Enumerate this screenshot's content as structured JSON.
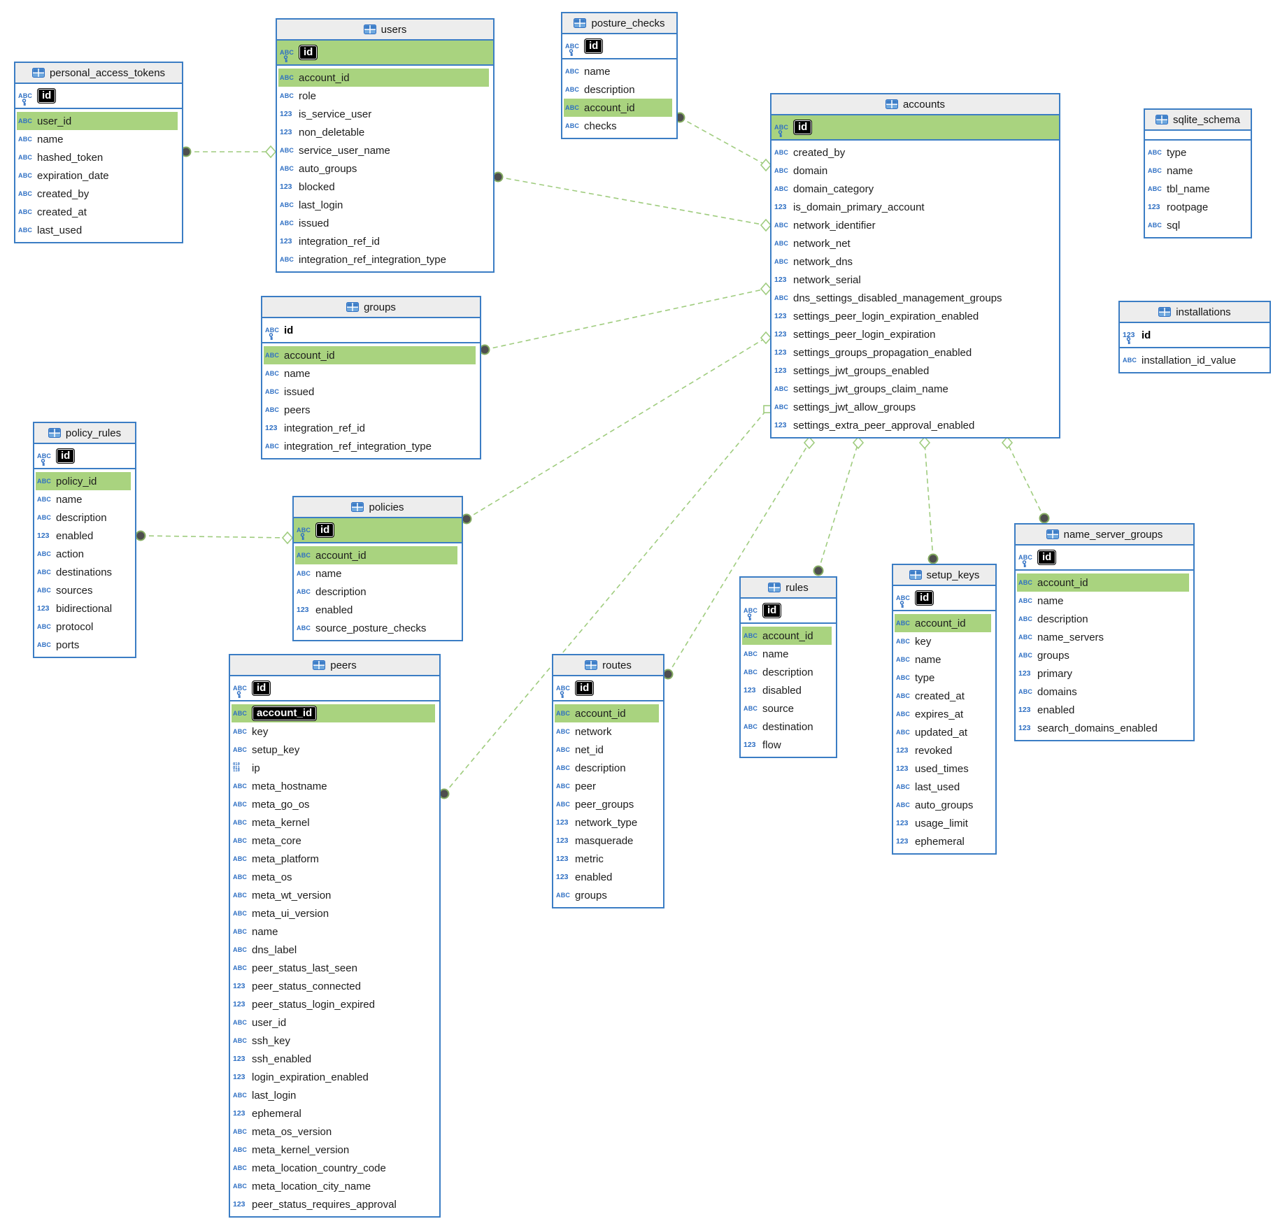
{
  "diagram": {
    "tables": [
      {
        "name": "personal_access_tokens",
        "pk": {
          "label": "id",
          "chip": true,
          "type": "text",
          "green": false
        },
        "fields": [
          {
            "label": "user_id",
            "type": "text",
            "green": true
          },
          {
            "label": "name",
            "type": "text"
          },
          {
            "label": "hashed_token",
            "type": "text"
          },
          {
            "label": "expiration_date",
            "type": "text"
          },
          {
            "label": "created_by",
            "type": "text"
          },
          {
            "label": "created_at",
            "type": "text"
          },
          {
            "label": "last_used",
            "type": "text"
          }
        ]
      },
      {
        "name": "users",
        "pk": {
          "label": "id",
          "chip": true,
          "type": "text",
          "green": true
        },
        "fields": [
          {
            "label": "account_id",
            "type": "text",
            "green": true
          },
          {
            "label": "role",
            "type": "text"
          },
          {
            "label": "is_service_user",
            "type": "numeric"
          },
          {
            "label": "non_deletable",
            "type": "numeric"
          },
          {
            "label": "service_user_name",
            "type": "text"
          },
          {
            "label": "auto_groups",
            "type": "text"
          },
          {
            "label": "blocked",
            "type": "numeric"
          },
          {
            "label": "last_login",
            "type": "text"
          },
          {
            "label": "issued",
            "type": "text"
          },
          {
            "label": "integration_ref_id",
            "type": "numeric"
          },
          {
            "label": "integration_ref_integration_type",
            "type": "text"
          }
        ]
      },
      {
        "name": "posture_checks",
        "pk": {
          "label": "id",
          "chip": true,
          "type": "text",
          "green": false
        },
        "fields": [
          {
            "label": "name",
            "type": "text"
          },
          {
            "label": "description",
            "type": "text"
          },
          {
            "label": "account_id",
            "type": "text",
            "green": true
          },
          {
            "label": "checks",
            "type": "text"
          }
        ]
      },
      {
        "name": "accounts",
        "pk": {
          "label": "id",
          "chip": true,
          "type": "text",
          "green": true
        },
        "fields": [
          {
            "label": "created_by",
            "type": "text"
          },
          {
            "label": "domain",
            "type": "text"
          },
          {
            "label": "domain_category",
            "type": "text"
          },
          {
            "label": "is_domain_primary_account",
            "type": "numeric"
          },
          {
            "label": "network_identifier",
            "type": "text"
          },
          {
            "label": "network_net",
            "type": "text"
          },
          {
            "label": "network_dns",
            "type": "text"
          },
          {
            "label": "network_serial",
            "type": "numeric"
          },
          {
            "label": "dns_settings_disabled_management_groups",
            "type": "text"
          },
          {
            "label": "settings_peer_login_expiration_enabled",
            "type": "numeric"
          },
          {
            "label": "settings_peer_login_expiration",
            "type": "numeric"
          },
          {
            "label": "settings_groups_propagation_enabled",
            "type": "numeric"
          },
          {
            "label": "settings_jwt_groups_enabled",
            "type": "numeric"
          },
          {
            "label": "settings_jwt_groups_claim_name",
            "type": "text"
          },
          {
            "label": "settings_jwt_allow_groups",
            "type": "text"
          },
          {
            "label": "settings_extra_peer_approval_enabled",
            "type": "numeric"
          }
        ]
      },
      {
        "name": "sqlite_schema",
        "pk": null,
        "fields": [
          {
            "label": "type",
            "type": "text"
          },
          {
            "label": "name",
            "type": "text"
          },
          {
            "label": "tbl_name",
            "type": "text"
          },
          {
            "label": "rootpage",
            "type": "numeric"
          },
          {
            "label": "sql",
            "type": "text"
          }
        ]
      },
      {
        "name": "installations",
        "pk": {
          "label": "id",
          "chip": false,
          "type": "numeric",
          "green": false
        },
        "fields": [
          {
            "label": "installation_id_value",
            "type": "text"
          }
        ]
      },
      {
        "name": "groups",
        "pk": {
          "label": "id",
          "chip": false,
          "type": "text",
          "green": false
        },
        "fields": [
          {
            "label": "account_id",
            "type": "text",
            "green": true
          },
          {
            "label": "name",
            "type": "text"
          },
          {
            "label": "issued",
            "type": "text"
          },
          {
            "label": "peers",
            "type": "text"
          },
          {
            "label": "integration_ref_id",
            "type": "numeric"
          },
          {
            "label": "integration_ref_integration_type",
            "type": "text"
          }
        ]
      },
      {
        "name": "policy_rules",
        "pk": {
          "label": "id",
          "chip": true,
          "type": "text",
          "green": false
        },
        "fields": [
          {
            "label": "policy_id",
            "type": "text",
            "green": true
          },
          {
            "label": "name",
            "type": "text"
          },
          {
            "label": "description",
            "type": "text"
          },
          {
            "label": "enabled",
            "type": "numeric"
          },
          {
            "label": "action",
            "type": "text"
          },
          {
            "label": "destinations",
            "type": "text"
          },
          {
            "label": "sources",
            "type": "text"
          },
          {
            "label": "bidirectional",
            "type": "numeric"
          },
          {
            "label": "protocol",
            "type": "text"
          },
          {
            "label": "ports",
            "type": "text"
          }
        ]
      },
      {
        "name": "policies",
        "pk": {
          "label": "id",
          "chip": true,
          "type": "text",
          "green": true
        },
        "fields": [
          {
            "label": "account_id",
            "type": "text",
            "green": true
          },
          {
            "label": "name",
            "type": "text"
          },
          {
            "label": "description",
            "type": "text"
          },
          {
            "label": "enabled",
            "type": "numeric"
          },
          {
            "label": "source_posture_checks",
            "type": "text"
          }
        ]
      },
      {
        "name": "peers",
        "pk": {
          "label": "id",
          "chip": true,
          "type": "text",
          "green": false
        },
        "fields": [
          {
            "label": "account_id",
            "type": "text",
            "green": true,
            "selected": true
          },
          {
            "label": "key",
            "type": "text"
          },
          {
            "label": "setup_key",
            "type": "text"
          },
          {
            "label": "ip",
            "type": "binary"
          },
          {
            "label": "meta_hostname",
            "type": "text"
          },
          {
            "label": "meta_go_os",
            "type": "text"
          },
          {
            "label": "meta_kernel",
            "type": "text"
          },
          {
            "label": "meta_core",
            "type": "text"
          },
          {
            "label": "meta_platform",
            "type": "text"
          },
          {
            "label": "meta_os",
            "type": "text"
          },
          {
            "label": "meta_wt_version",
            "type": "text"
          },
          {
            "label": "meta_ui_version",
            "type": "text"
          },
          {
            "label": "name",
            "type": "text"
          },
          {
            "label": "dns_label",
            "type": "text"
          },
          {
            "label": "peer_status_last_seen",
            "type": "text"
          },
          {
            "label": "peer_status_connected",
            "type": "numeric"
          },
          {
            "label": "peer_status_login_expired",
            "type": "numeric"
          },
          {
            "label": "user_id",
            "type": "text"
          },
          {
            "label": "ssh_key",
            "type": "text"
          },
          {
            "label": "ssh_enabled",
            "type": "numeric"
          },
          {
            "label": "login_expiration_enabled",
            "type": "numeric"
          },
          {
            "label": "last_login",
            "type": "text"
          },
          {
            "label": "ephemeral",
            "type": "numeric"
          },
          {
            "label": "meta_os_version",
            "type": "text"
          },
          {
            "label": "meta_kernel_version",
            "type": "text"
          },
          {
            "label": "meta_location_country_code",
            "type": "text"
          },
          {
            "label": "meta_location_city_name",
            "type": "text"
          },
          {
            "label": "peer_status_requires_approval",
            "type": "numeric"
          }
        ]
      },
      {
        "name": "routes",
        "pk": {
          "label": "id",
          "chip": true,
          "type": "text",
          "green": false
        },
        "fields": [
          {
            "label": "account_id",
            "type": "text",
            "green": true
          },
          {
            "label": "network",
            "type": "text"
          },
          {
            "label": "net_id",
            "type": "text"
          },
          {
            "label": "description",
            "type": "text"
          },
          {
            "label": "peer",
            "type": "text"
          },
          {
            "label": "peer_groups",
            "type": "text"
          },
          {
            "label": "network_type",
            "type": "numeric"
          },
          {
            "label": "masquerade",
            "type": "numeric"
          },
          {
            "label": "metric",
            "type": "numeric"
          },
          {
            "label": "enabled",
            "type": "numeric"
          },
          {
            "label": "groups",
            "type": "text"
          }
        ]
      },
      {
        "name": "rules",
        "pk": {
          "label": "id",
          "chip": true,
          "type": "text",
          "green": false
        },
        "fields": [
          {
            "label": "account_id",
            "type": "text",
            "green": true
          },
          {
            "label": "name",
            "type": "text"
          },
          {
            "label": "description",
            "type": "text"
          },
          {
            "label": "disabled",
            "type": "numeric"
          },
          {
            "label": "source",
            "type": "text"
          },
          {
            "label": "destination",
            "type": "text"
          },
          {
            "label": "flow",
            "type": "numeric"
          }
        ]
      },
      {
        "name": "setup_keys",
        "pk": {
          "label": "id",
          "chip": true,
          "type": "text",
          "green": false
        },
        "fields": [
          {
            "label": "account_id",
            "type": "text",
            "green": true
          },
          {
            "label": "key",
            "type": "text"
          },
          {
            "label": "name",
            "type": "text"
          },
          {
            "label": "type",
            "type": "text"
          },
          {
            "label": "created_at",
            "type": "text"
          },
          {
            "label": "expires_at",
            "type": "text"
          },
          {
            "label": "updated_at",
            "type": "text"
          },
          {
            "label": "revoked",
            "type": "numeric"
          },
          {
            "label": "used_times",
            "type": "numeric"
          },
          {
            "label": "last_used",
            "type": "text"
          },
          {
            "label": "auto_groups",
            "type": "text"
          },
          {
            "label": "usage_limit",
            "type": "numeric"
          },
          {
            "label": "ephemeral",
            "type": "numeric"
          }
        ]
      },
      {
        "name": "name_server_groups",
        "pk": {
          "label": "id",
          "chip": true,
          "type": "text",
          "green": false
        },
        "fields": [
          {
            "label": "account_id",
            "type": "text",
            "green": true
          },
          {
            "label": "name",
            "type": "text"
          },
          {
            "label": "description",
            "type": "text"
          },
          {
            "label": "name_servers",
            "type": "text"
          },
          {
            "label": "groups",
            "type": "text"
          },
          {
            "label": "primary",
            "type": "numeric"
          },
          {
            "label": "domains",
            "type": "text"
          },
          {
            "label": "enabled",
            "type": "numeric"
          },
          {
            "label": "search_domains_enabled",
            "type": "numeric"
          }
        ]
      }
    ],
    "relationships": [
      {
        "from": "personal_access_tokens",
        "to": "users"
      },
      {
        "from": "users",
        "to": "accounts"
      },
      {
        "from": "posture_checks",
        "to": "accounts"
      },
      {
        "from": "groups",
        "to": "accounts"
      },
      {
        "from": "policies",
        "to": "accounts"
      },
      {
        "from": "peers",
        "to": "accounts"
      },
      {
        "from": "routes",
        "to": "accounts"
      },
      {
        "from": "rules",
        "to": "accounts"
      },
      {
        "from": "setup_keys",
        "to": "accounts"
      },
      {
        "from": "name_server_groups",
        "to": "accounts"
      },
      {
        "from": "policy_rules",
        "to": "policies"
      }
    ],
    "icons": {
      "table": "table-grid-icon",
      "text": "abc-type-icon",
      "numeric": "123-type-icon",
      "binary": "binary-type-icon",
      "pk": "primary-key-icon"
    },
    "colors": {
      "border_blue": "#3b7dc4",
      "header_gray": "#ededed",
      "highlight_green": "#a9d37f",
      "icon_blue": "#2e6fc3",
      "wire_green": "#9fcc7e",
      "endpoint_gray": "#4e4e4e",
      "chip_black": "#000000"
    }
  }
}
